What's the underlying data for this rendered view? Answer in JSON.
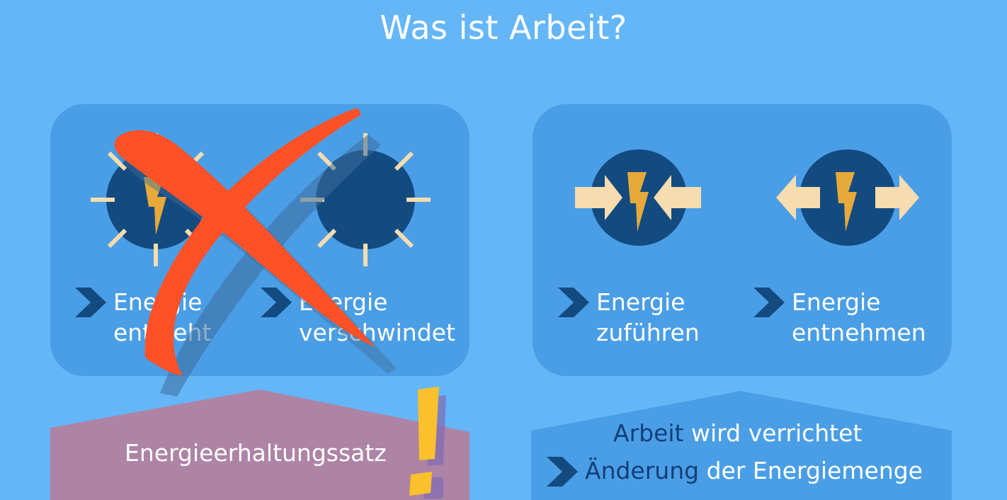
{
  "title": "Was ist Arbeit?",
  "left_panel": {
    "items": [
      {
        "line1": "Energie",
        "line2": "entsteht"
      },
      {
        "line1": "Energie",
        "line2": "verschwindet"
      }
    ]
  },
  "right_panel": {
    "items": [
      {
        "line1": "Energie",
        "line2": "zuführen"
      },
      {
        "line1": "Energie",
        "line2": "entnehmen"
      }
    ]
  },
  "conservation_box": {
    "label": "Energieerhaltungssatz",
    "alert_symbol": "!"
  },
  "work_box": {
    "line1_highlight": "Arbeit",
    "line1_rest": " wird verrichtet",
    "line2_highlight": "Änderung",
    "line2_rest": " der Energiemenge"
  },
  "colors": {
    "background": "#64b6f7",
    "panel": "#4a9ee6",
    "circle": "#134a80",
    "bolt": "#e6a93a",
    "ray": "#f6dcae",
    "cross": "#ff5128",
    "conservation_box": "#ad84a5",
    "alert": "#fbc12c",
    "dark_text": "#143f78"
  },
  "icons": [
    "energy-burst-icon",
    "energy-fade-icon",
    "energy-inflow-icon",
    "energy-outflow-icon",
    "chevron-right-icon",
    "cross-out-icon",
    "exclamation-icon"
  ]
}
